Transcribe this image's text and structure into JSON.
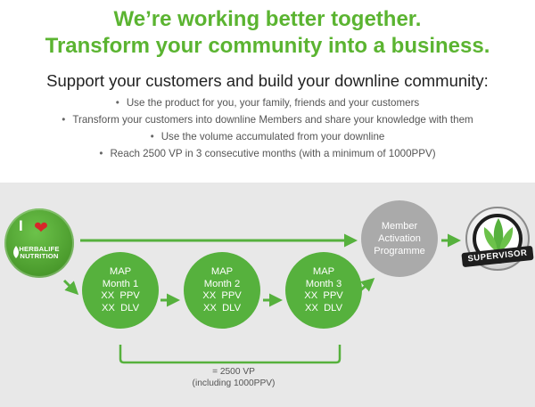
{
  "header": {
    "title_line1": "We’re working better together.",
    "title_line2": "Transform your community into a business.",
    "subtitle": "Support your customers and build your downline community:"
  },
  "bullets": [
    "Use the product for you, your family, friends and your customers",
    "Transform your customers into downline Members and share your knowledge with them",
    "Use the volume accumulated from your downline",
    "Reach 2500 VP in 3 consecutive months (with a minimum of 1000PPV)"
  ],
  "logo": {
    "i_text": "I",
    "brand_line1": "HERBALIFE",
    "brand_line2": "NUTRITION"
  },
  "map_steps": [
    {
      "line1": "MAP",
      "line2": "Month 1",
      "line3": "XX  PPV",
      "line4": "XX  DLV"
    },
    {
      "line1": "MAP",
      "line2": "Month 2",
      "line3": "XX  PPV",
      "line4": "XX  DLV"
    },
    {
      "line1": "MAP",
      "line2": "Month 3",
      "line3": "XX  PPV",
      "line4": "XX  DLV"
    }
  ],
  "member_activation": {
    "line1": "Member",
    "line2": "Activation",
    "line3": "Programme"
  },
  "supervisor": {
    "label": "SUPERVISOR"
  },
  "total": {
    "line1": "= 2500 VP",
    "line2": "(including 1000PPV)"
  },
  "colors": {
    "brand_green": "#5bb431",
    "step_green": "#56b13d",
    "member_gray": "#aaaaaa",
    "panel_gray": "#e8e8e8",
    "heart_red": "#d7262a"
  },
  "icons": {
    "heart": "heart-icon",
    "herbalife_leaf": "herbalife-leaf-icon",
    "supervisor_badge": "supervisor-badge-icon"
  }
}
